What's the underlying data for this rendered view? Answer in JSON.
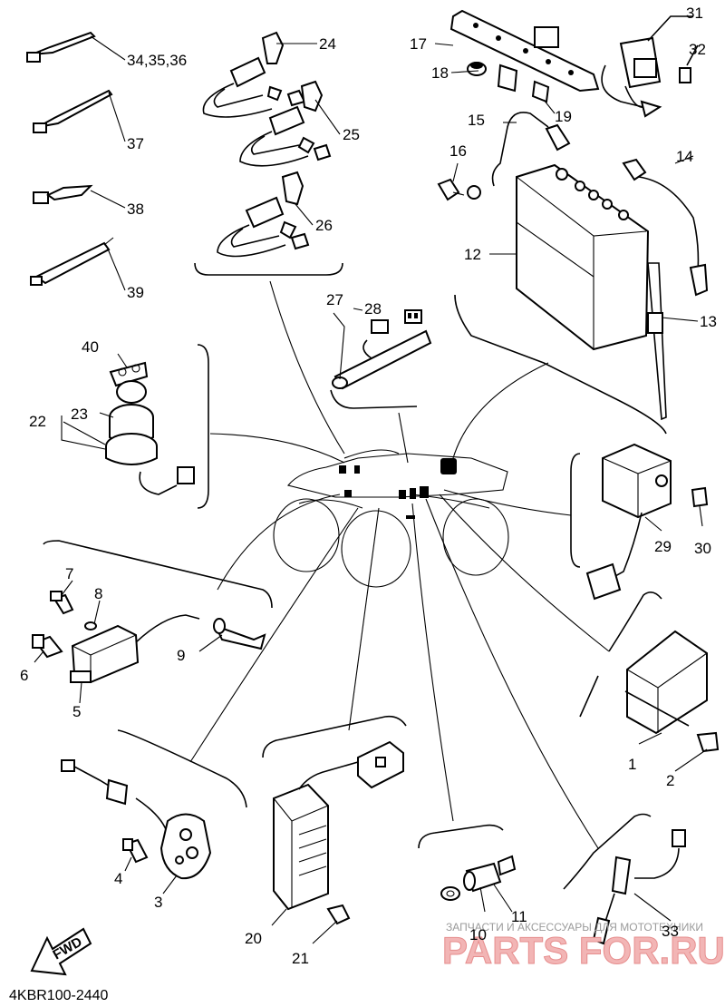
{
  "diagram_code": "4KBR100-2440",
  "fwd_label": "FWD",
  "watermark": {
    "line1": "ЗАПЧАСТИ И АКСЕССУАРЫ ДЛЯ МОТОТЕХНИКИ",
    "line2": "PARTS FOR.RU"
  },
  "callouts": {
    "c1": "1",
    "c2": "2",
    "c3": "3",
    "c4": "4",
    "c5": "5",
    "c6": "6",
    "c7": "7",
    "c8": "8",
    "c9": "9",
    "c10": "10",
    "c11": "11",
    "c12": "12",
    "c13": "13",
    "c14": "14",
    "c15": "15",
    "c16": "16",
    "c17": "17",
    "c18": "18",
    "c19": "19",
    "c20": "20",
    "c21": "21",
    "c22": "22",
    "c23": "23",
    "c24": "24",
    "c25": "25",
    "c26": "26",
    "c27": "27",
    "c28": "28",
    "c29": "29",
    "c30": "30",
    "c31": "31",
    "c32": "32",
    "c33": "33",
    "c34": "34,35,36",
    "c37": "37",
    "c38": "38",
    "c39": "39",
    "c40": "40"
  }
}
